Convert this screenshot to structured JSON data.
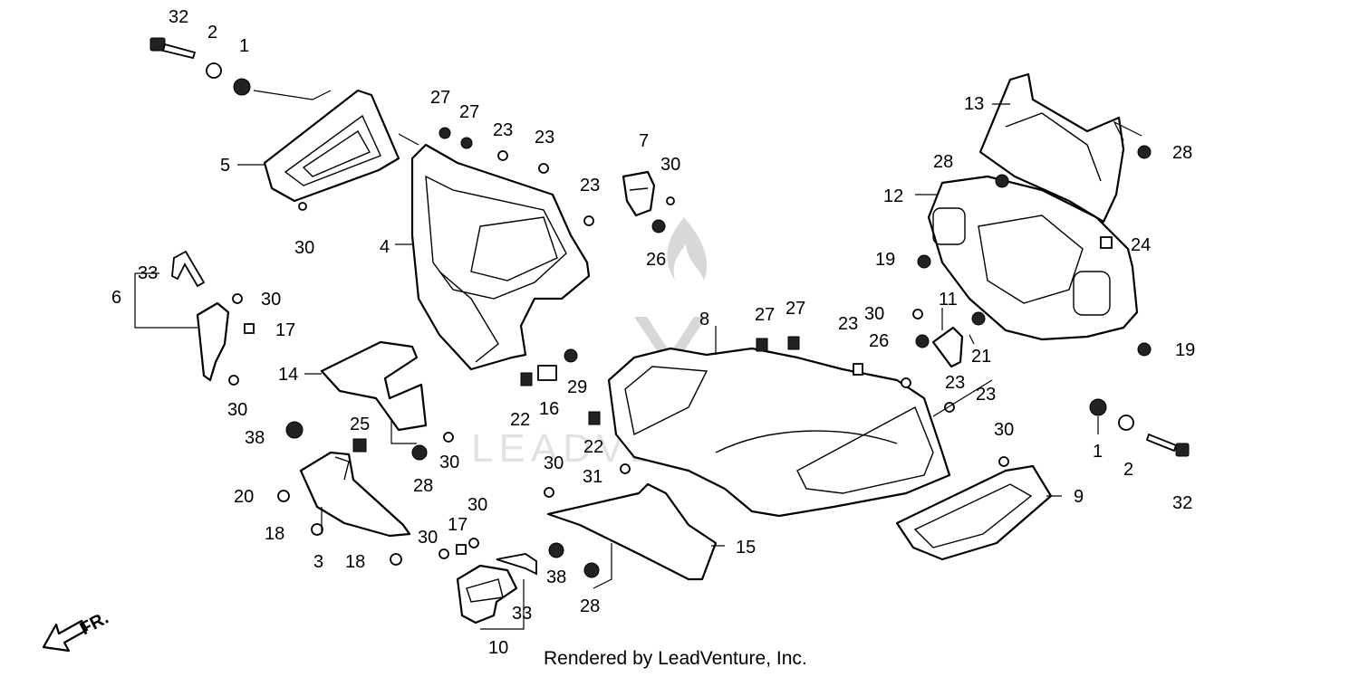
{
  "watermark": "LEADVENTURE",
  "credit": "Rendered by LeadVenture, Inc.",
  "front_indicator": "FR.",
  "callouts": [
    "32",
    "2",
    "1",
    "5",
    "30",
    "4",
    "27",
    "27",
    "23",
    "23",
    "23",
    "7",
    "30",
    "26",
    "33",
    "6",
    "30",
    "17",
    "30",
    "14",
    "38",
    "25",
    "30",
    "28",
    "20",
    "18",
    "18",
    "3",
    "30",
    "17",
    "30",
    "38",
    "28",
    "33",
    "10",
    "22",
    "16",
    "29",
    "22",
    "31",
    "30",
    "15",
    "8",
    "27",
    "27",
    "23",
    "30",
    "11",
    "26",
    "21",
    "23",
    "23",
    "13",
    "28",
    "28",
    "12",
    "24",
    "19",
    "19",
    "1",
    "2",
    "32",
    "30",
    "9"
  ]
}
